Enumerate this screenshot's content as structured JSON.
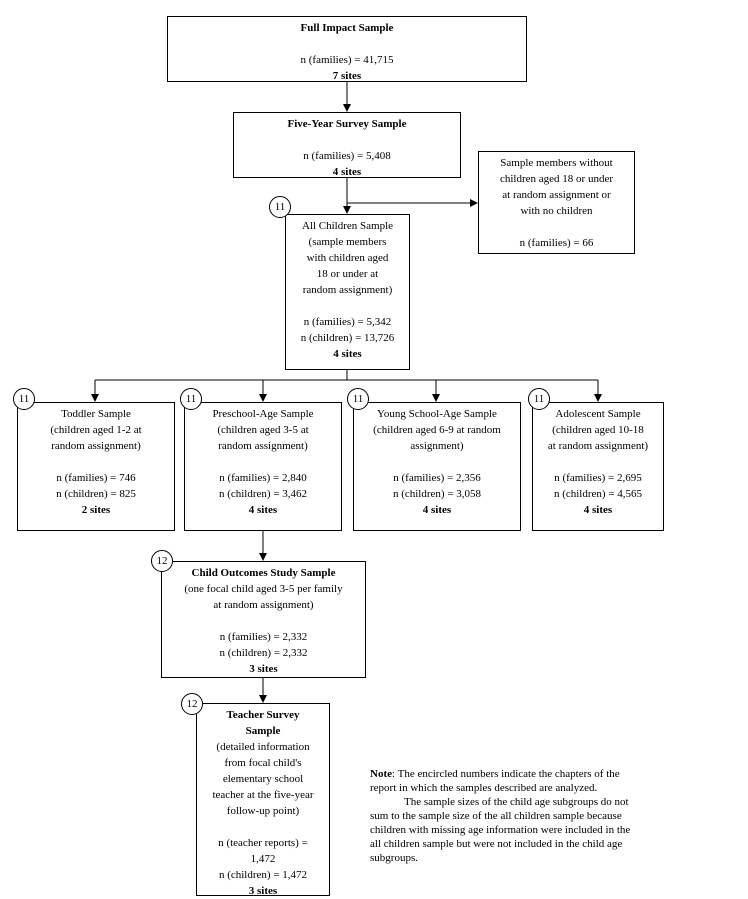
{
  "full": {
    "title": "Full Impact Sample",
    "n": "n (families) = 41,715",
    "sites": "7 sites"
  },
  "five": {
    "title": "Five-Year Survey Sample",
    "n": "n (families) = 5,408",
    "sites": "4 sites"
  },
  "excluded": {
    "l1": "Sample members without",
    "l2": "children aged 18 or under",
    "l3": "at random assignment or",
    "l4": "with no children",
    "n": "n (families) = 66"
  },
  "all": {
    "chapter": "11",
    "l1": "All Children Sample",
    "l2": "(sample members",
    "l3": "with children aged",
    "l4": "18 or under at",
    "l5": "random assignment)",
    "nf": "n (families) = 5,342",
    "nc": "n (children) = 13,726",
    "sites": "4 sites"
  },
  "toddler": {
    "chapter": "11",
    "l1": "Toddler Sample",
    "l2": "(children aged 1-2 at",
    "l3": "random assignment)",
    "nf": "n (families) =  746",
    "nc": "n (children) =  825",
    "sites": "2 sites"
  },
  "preschool": {
    "chapter": "11",
    "l1": "Preschool-Age Sample",
    "l2": "(children aged 3-5 at",
    "l3": "random assignment)",
    "nf": "n (families) = 2,840",
    "nc": "n (children) = 3,462",
    "sites": "4 sites"
  },
  "young": {
    "chapter": "11",
    "l1": "Young School-Age Sample",
    "l2": "(children aged 6-9 at random",
    "l3": "assignment)",
    "nf": "n (families) =  2,356",
    "nc": "n (children) =  3,058",
    "sites": "4 sites"
  },
  "adolescent": {
    "chapter": "11",
    "l1": "Adolescent Sample",
    "l2": "(children aged 10-18",
    "l3": "at random assignment)",
    "nf": "n (families) =  2,695",
    "nc": "n (children) =  4,565",
    "sites": "4 sites"
  },
  "child": {
    "chapter": "12",
    "l1": "Child Outcomes Study Sample",
    "l2": "(one focal child aged 3-5 per family",
    "l3": "at random assignment)",
    "nf": "n (families) = 2,332",
    "nc": "n (children) = 2,332",
    "sites": "3 sites"
  },
  "teacher": {
    "chapter": "12",
    "l1": "Teacher Survey",
    "l2": "Sample",
    "l3": "(detailed information",
    "l4": "from focal child's",
    "l5": "elementary school",
    "l6": "teacher at the five-year",
    "l7": "follow-up point)",
    "nt1": "n (teacher reports) =",
    "nt2": "1,472",
    "nc": "n (children) = 1,472",
    "sites": "3 sites"
  },
  "note": {
    "label": "Note",
    "p1": ": The encircled numbers indicate the chapters of the report in which the samples described are analyzed.",
    "p2": "The sample sizes of the child age subgroups do not sum to the sample size of the all children sample because children with missing age information were included in the all children sample but were not included in the child age subgroups."
  }
}
